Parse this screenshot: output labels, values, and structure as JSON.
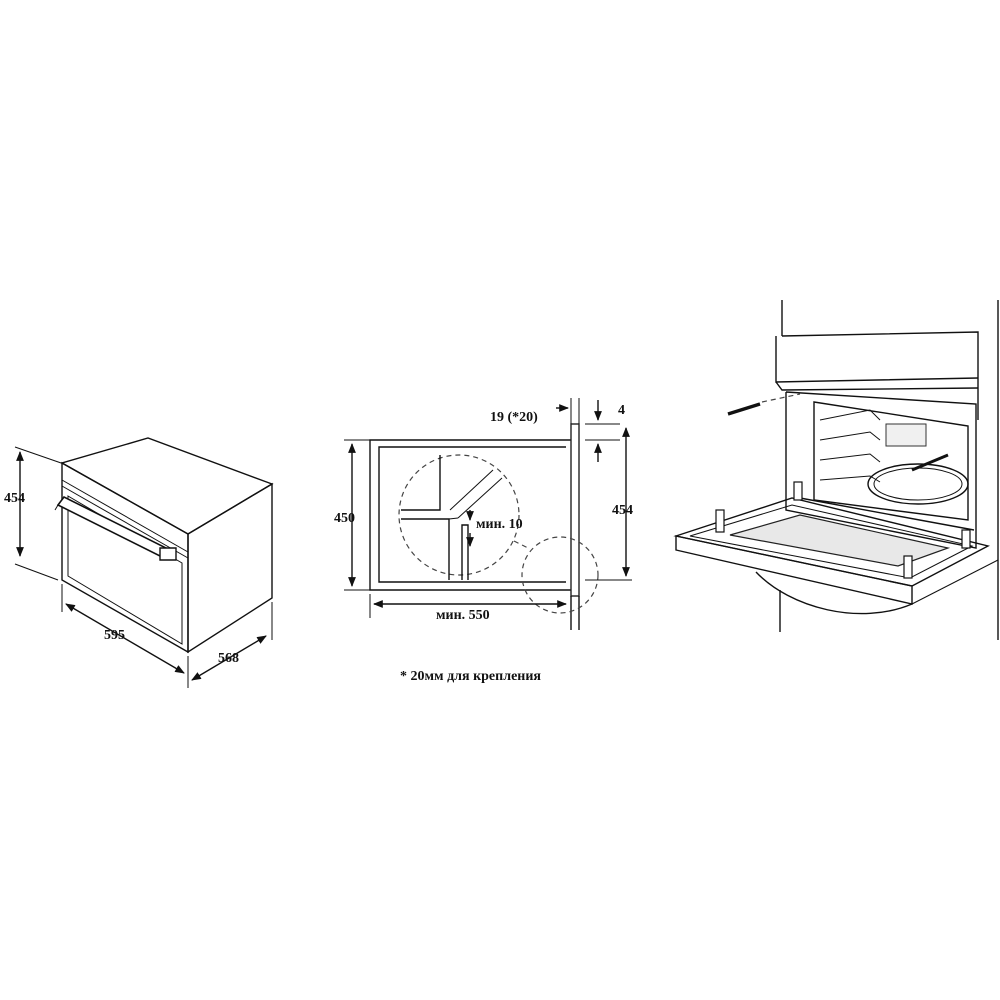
{
  "dims": {
    "oven_height": "454",
    "oven_width": "595",
    "oven_depth": "568",
    "niche_gap": "19 (*20)",
    "panel_thickness": "4",
    "niche_height": "450",
    "right_height": "454",
    "min_gap": "мин. 10",
    "min_depth": "мин. 550"
  },
  "footnote": "* 20мм для крепления"
}
